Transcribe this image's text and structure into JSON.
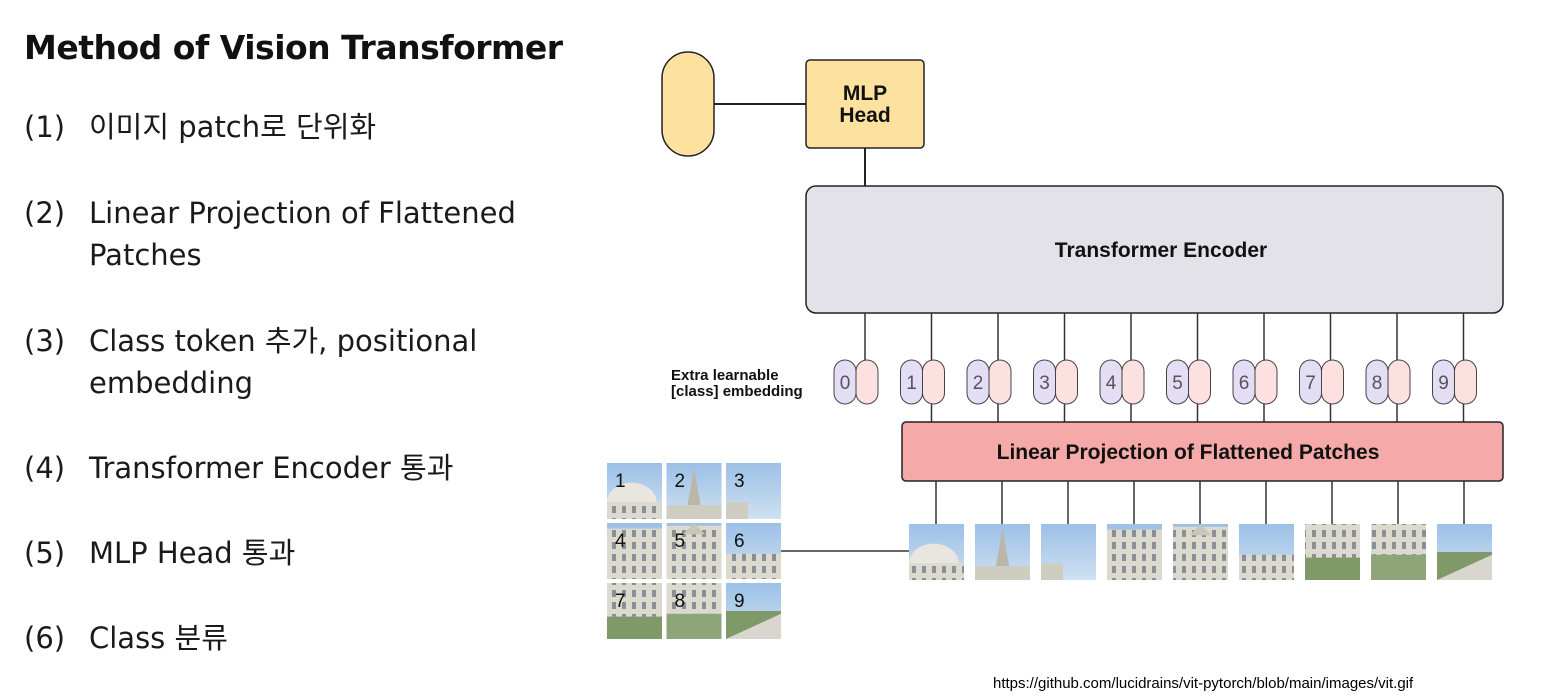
{
  "title": "Method of Vision Transformer",
  "steps": [
    {
      "num": "(1)",
      "text": "이미지 patch로 단위화"
    },
    {
      "num": "(2)",
      "text": "Linear Projection of Flattened Patches"
    },
    {
      "num": "(3)",
      "text": "Class token 추가, positional embedding"
    },
    {
      "num": "(4)",
      "text": "Transformer Encoder 통과"
    },
    {
      "num": "(5)",
      "text": "MLP Head 통과"
    },
    {
      "num": "(6)",
      "text": "Class 분류"
    }
  ],
  "diagram": {
    "mlp_head_line1": "MLP",
    "mlp_head_line2": "Head",
    "encoder_label": "Transformer Encoder",
    "projection_label": "Linear Projection of Flattened Patches",
    "extra_label_line1": "Extra learnable",
    "extra_label_line2": "[class] embedding",
    "token_numbers": [
      "0",
      "1",
      "2",
      "3",
      "4",
      "5",
      "6",
      "7",
      "8",
      "9"
    ],
    "grid_numbers": [
      "1",
      "2",
      "3",
      "4",
      "5",
      "6",
      "7",
      "8",
      "9"
    ],
    "colors": {
      "mlp_fill": "#fce29e",
      "encoder_fill": "#e3e2e9",
      "projection_fill": "#f6a9a9",
      "position_token": "#e3ddf6",
      "patch_token": "#fde0e0",
      "sky": "#a9c9e9",
      "building": "#dedcd0",
      "grass": "#7f9a68"
    }
  },
  "source_url": "https://github.com/lucidrains/vit-pytorch/blob/main/images/vit.gif"
}
